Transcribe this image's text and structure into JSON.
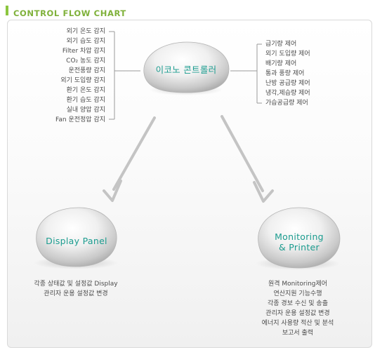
{
  "header": {
    "title": "CONTROL FLOW CHART"
  },
  "nodes": {
    "controller": {
      "label": "이코노 콘트롤러"
    },
    "display": {
      "label": "Display Panel"
    },
    "monitoring": {
      "line1": "Monitoring",
      "line2": "& Printer"
    }
  },
  "sensors": [
    "외기 온도 감지",
    "외기 습도 감지",
    "Filter 차압 감지",
    "CO₂ 농도 감지",
    "운전풍량 감지",
    "외기 도입량 감지",
    "환기 온도 감지",
    "환기 습도 감지",
    "실내 양압 감지",
    "Fan 운전정압 감지"
  ],
  "controls": [
    "급기량 제어",
    "외기 도입량 제어",
    "배기량 제어",
    "통과 풍량 제어",
    "난방 공급량 제어",
    "냉각,제습량 제어",
    "가습공급량 제어"
  ],
  "display_functions": [
    "각종 상태값 및 설정값 Display",
    "관리자 운용 설정값 변경"
  ],
  "monitoring_functions": [
    "원격 Monitoring제어",
    "연산지원 기능수행",
    "각종 경보 수신 및 송출",
    "관리자 운용 설정값 변경",
    "에너지 사용량 적산 및 분석",
    "보고서 출력"
  ]
}
